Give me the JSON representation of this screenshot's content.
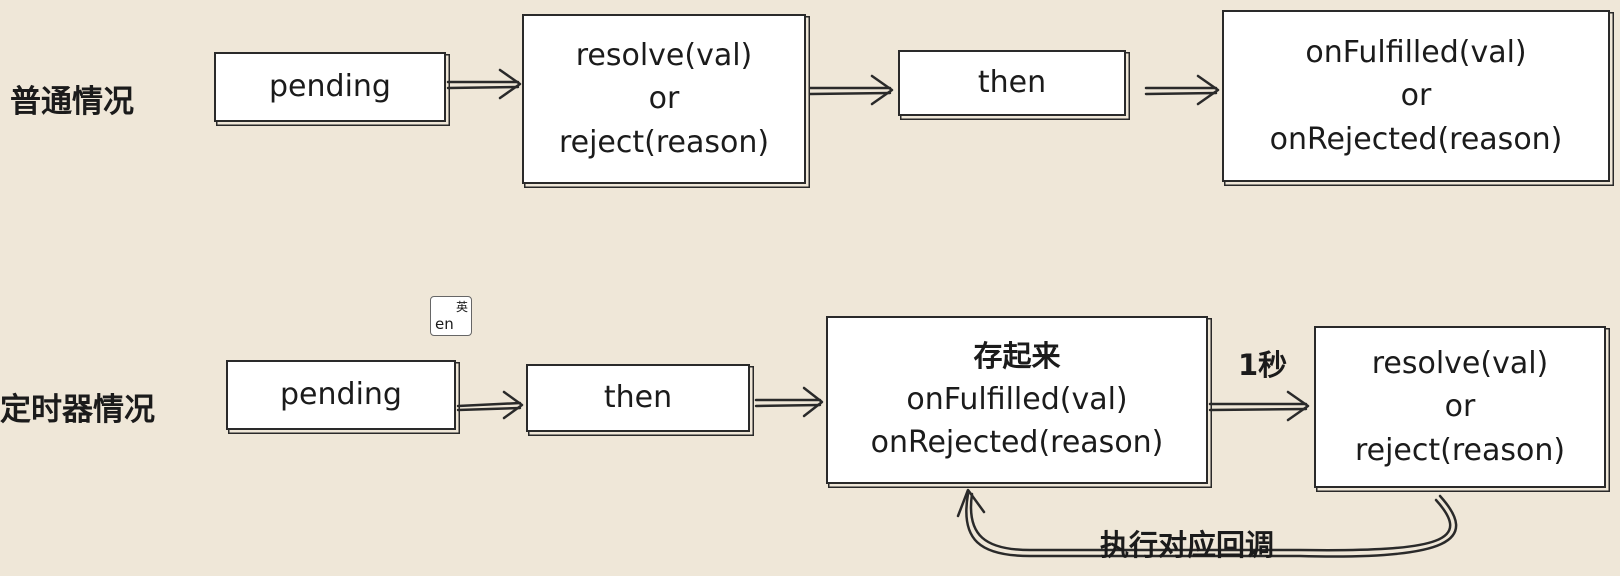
{
  "rows": {
    "normal": {
      "label": "普通情况",
      "boxes": {
        "pending": [
          "pending"
        ],
        "resolve_reject": [
          "resolve(val)",
          "or",
          "reject(reason)"
        ],
        "then": [
          "then"
        ],
        "handlers": [
          "onFulfilled(val)",
          "or",
          "onRejected(reason)"
        ]
      }
    },
    "timer": {
      "label": "定时器情况",
      "boxes": {
        "pending": [
          "pending"
        ],
        "then": [
          "then"
        ],
        "stored": [
          "存起来",
          "onFulfilled(val)",
          "onRejected(reason)"
        ],
        "resolve_reject": [
          "resolve(val)",
          "or",
          "reject(reason)"
        ]
      },
      "edge_labels": {
        "one_second": "1秒",
        "callback": "执行对应回调"
      }
    }
  },
  "ime_icon": {
    "en": "en",
    "zh": "英"
  },
  "colors": {
    "background": "#efe7d8",
    "stroke": "#2a2a2a",
    "box_fill": "#ffffff"
  }
}
